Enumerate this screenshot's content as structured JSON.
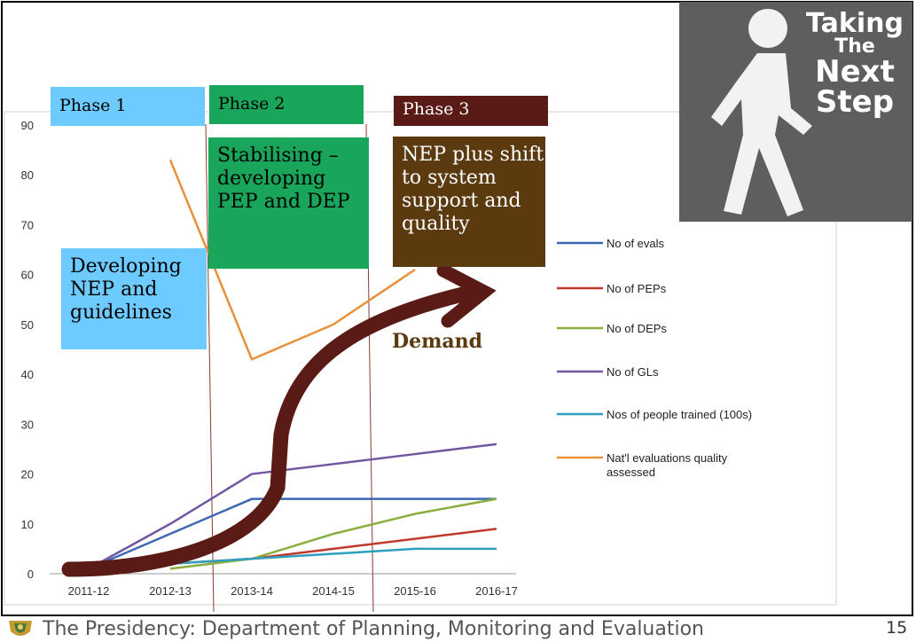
{
  "chart_data": {
    "type": "line",
    "categories": [
      "2011-12",
      "2012-13",
      "2013-14",
      "2014-15",
      "2015-16",
      "2016-17"
    ],
    "ylim": [
      0,
      90
    ],
    "yticks": [
      0,
      10,
      20,
      30,
      40,
      50,
      60,
      70,
      80,
      90
    ],
    "legend_placement": "right",
    "series": [
      {
        "name": "No of evals",
        "color": "#3b68b0",
        "values": [
          1,
          8,
          15,
          15,
          15,
          15
        ]
      },
      {
        "name": "No of PEPs",
        "color": "#c0392b",
        "values": [
          null,
          2,
          3,
          5,
          7,
          9
        ]
      },
      {
        "name": "No of DEPs",
        "color": "#8aae3e",
        "values": [
          null,
          1,
          3,
          8,
          12,
          15
        ]
      },
      {
        "name": "No of GLs",
        "color": "#7157a0",
        "values": [
          1,
          10,
          20,
          22,
          24,
          26
        ]
      },
      {
        "name": "Nos of people trained (100s)",
        "color": "#2f9fbf",
        "values": [
          null,
          2,
          3,
          4,
          5,
          5
        ]
      },
      {
        "name": "Nat'l evaluations quality assessed",
        "color": "#e8913a",
        "values": [
          null,
          83,
          43,
          50,
          61,
          null
        ]
      }
    ]
  },
  "phases": {
    "phase1": {
      "label": "Phase 1",
      "desc": "Developing NEP and guidelines"
    },
    "phase2": {
      "label": "Phase 2",
      "desc": "Stabilising – developing PEP and DEP"
    },
    "phase3": {
      "label": "Phase 3",
      "desc": "NEP plus shift to system support and quality"
    }
  },
  "demand_label": "Demand",
  "photo": {
    "line1": "Taking",
    "line2": "The",
    "line3": "Next",
    "line4": "Step"
  },
  "footer": {
    "text": "The Presidency: Department of Planning, Monitoring and Evaluation",
    "slide_number": "15"
  },
  "colors": {
    "phase1": "#6ecbff",
    "phase2": "#19a65a",
    "phase3_label": "#5a1a15",
    "phase3_desc": "#5a3a0e",
    "arrow": "#5a1a15"
  }
}
